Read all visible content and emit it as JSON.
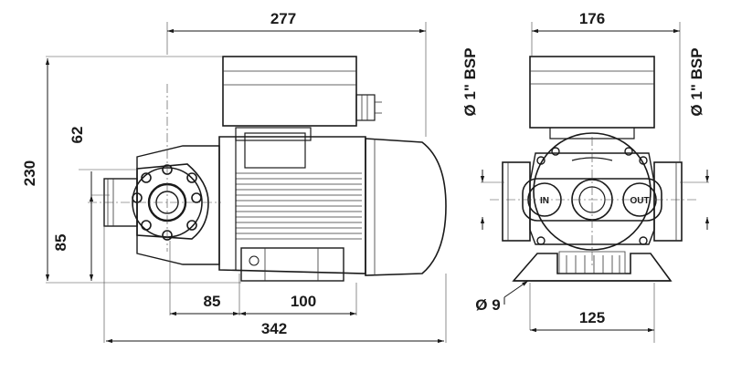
{
  "dimensions": {
    "top_width_side": "277",
    "top_width_front": "176",
    "height_total": "230",
    "height_upper": "62",
    "height_axis": "85",
    "length_base_offset": "85",
    "length_base_span": "100",
    "length_total": "342",
    "base_width": "125",
    "hole_diameter": "Ø 9",
    "port_left": "Ø 1\" BSP",
    "port_right": "Ø 1\" BSP"
  },
  "labels": {
    "inlet": "IN",
    "outlet": "OUT"
  },
  "colors": {
    "line": "#1a1a1a",
    "background": "#ffffff"
  }
}
